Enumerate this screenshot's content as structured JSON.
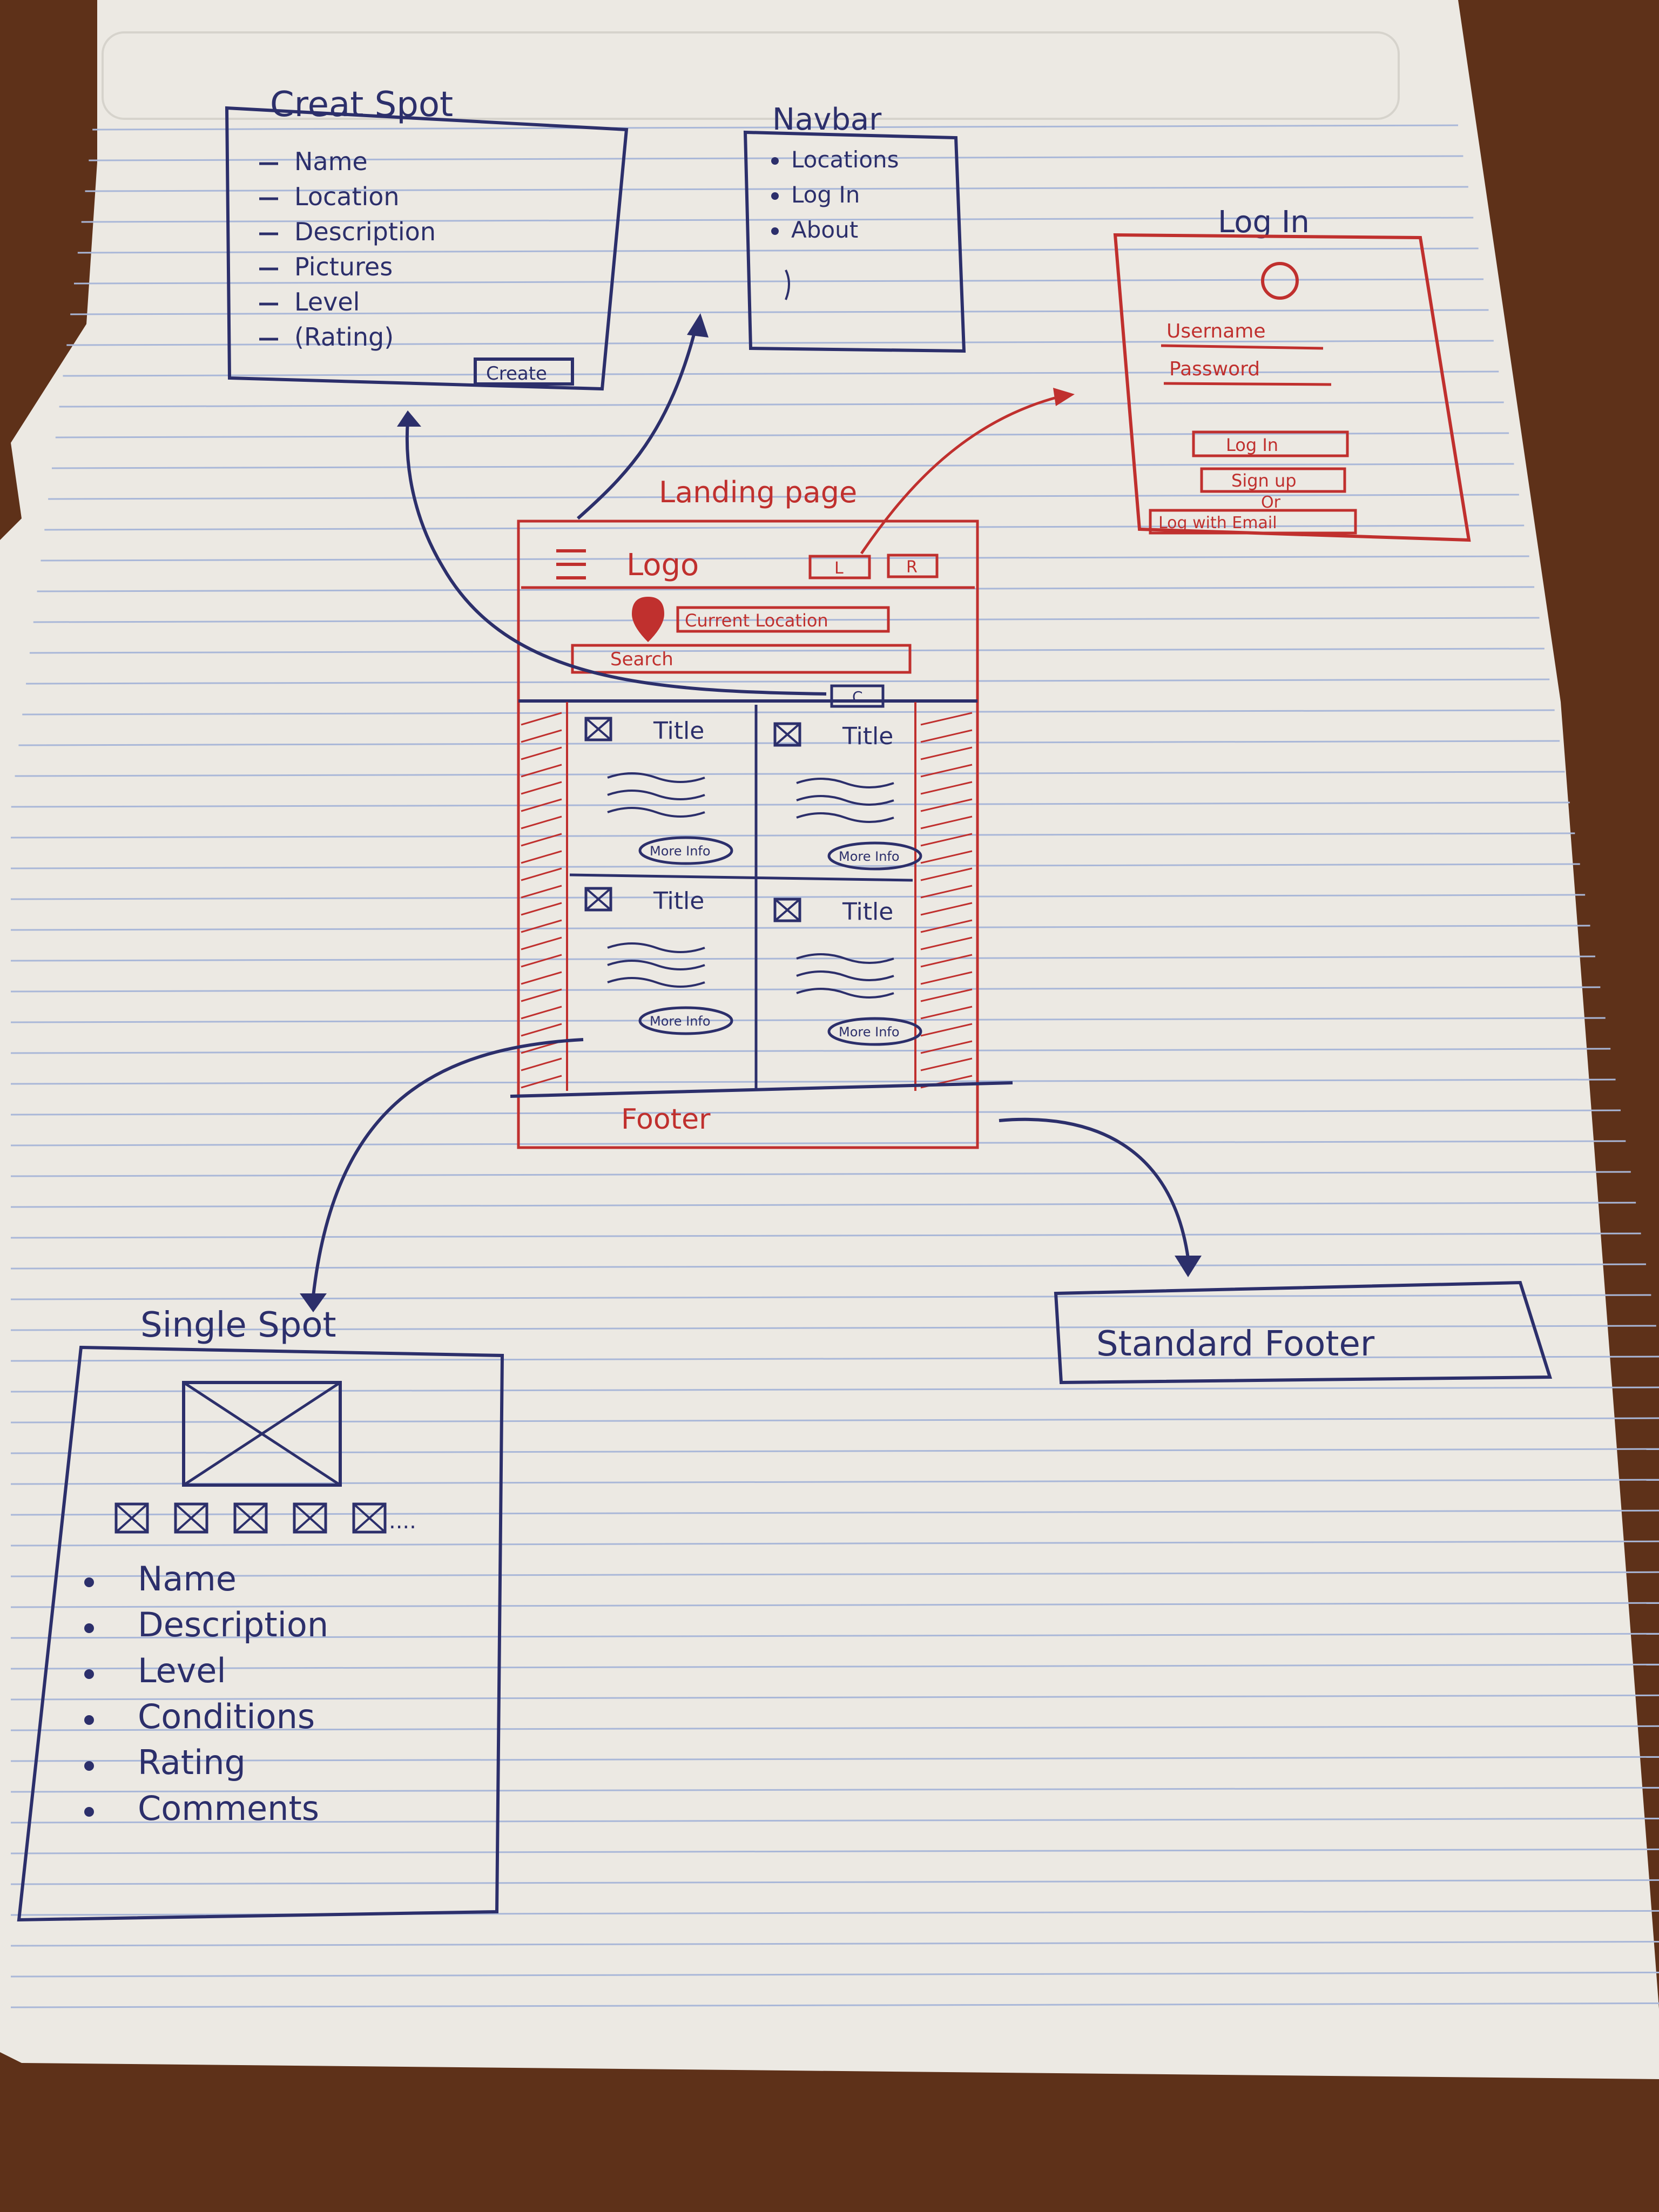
{
  "colors": {
    "table": "#5e3119",
    "paper": "#ece9e3",
    "rule_blue": "#a9b7d8",
    "margin_red": "#d9a3a3",
    "ink_blue": "#2c2f6b",
    "ink_red": "#c0302e"
  },
  "create_spot": {
    "title": "Creat Spot",
    "fields": [
      "Name",
      "Location",
      "Description",
      "Pictures",
      "Level",
      "(Rating)"
    ],
    "button_label": "Create"
  },
  "navbar_sketch": {
    "title": "Navbar",
    "items": [
      "Locations",
      "Log In",
      "About"
    ]
  },
  "login_sketch": {
    "title": "Log In",
    "username_label": "Username",
    "password_label": "Password",
    "login_button": "Log In",
    "signup_button": "Sign up",
    "or_text": "Or",
    "email_button": "Log with Email"
  },
  "landing_page": {
    "title": "Landing page",
    "logo": "Logo",
    "login_btn": "L",
    "register_btn": "R",
    "current_location": "Current Location",
    "search_placeholder": "Search",
    "search_btn": "C",
    "cards": [
      {
        "title": "Title",
        "more": "More Info"
      },
      {
        "title": "Title",
        "more": "More Info"
      },
      {
        "title": "Title",
        "more": "More Info"
      },
      {
        "title": "Title",
        "more": "More Info"
      }
    ],
    "footer": "Footer"
  },
  "single_spot": {
    "title": "Single Spot",
    "thumbs_more": "....",
    "items": [
      "Name",
      "Description",
      "Level",
      "Conditions",
      "Rating",
      "Comments"
    ]
  },
  "standard_footer": {
    "label": "Standard Footer"
  }
}
